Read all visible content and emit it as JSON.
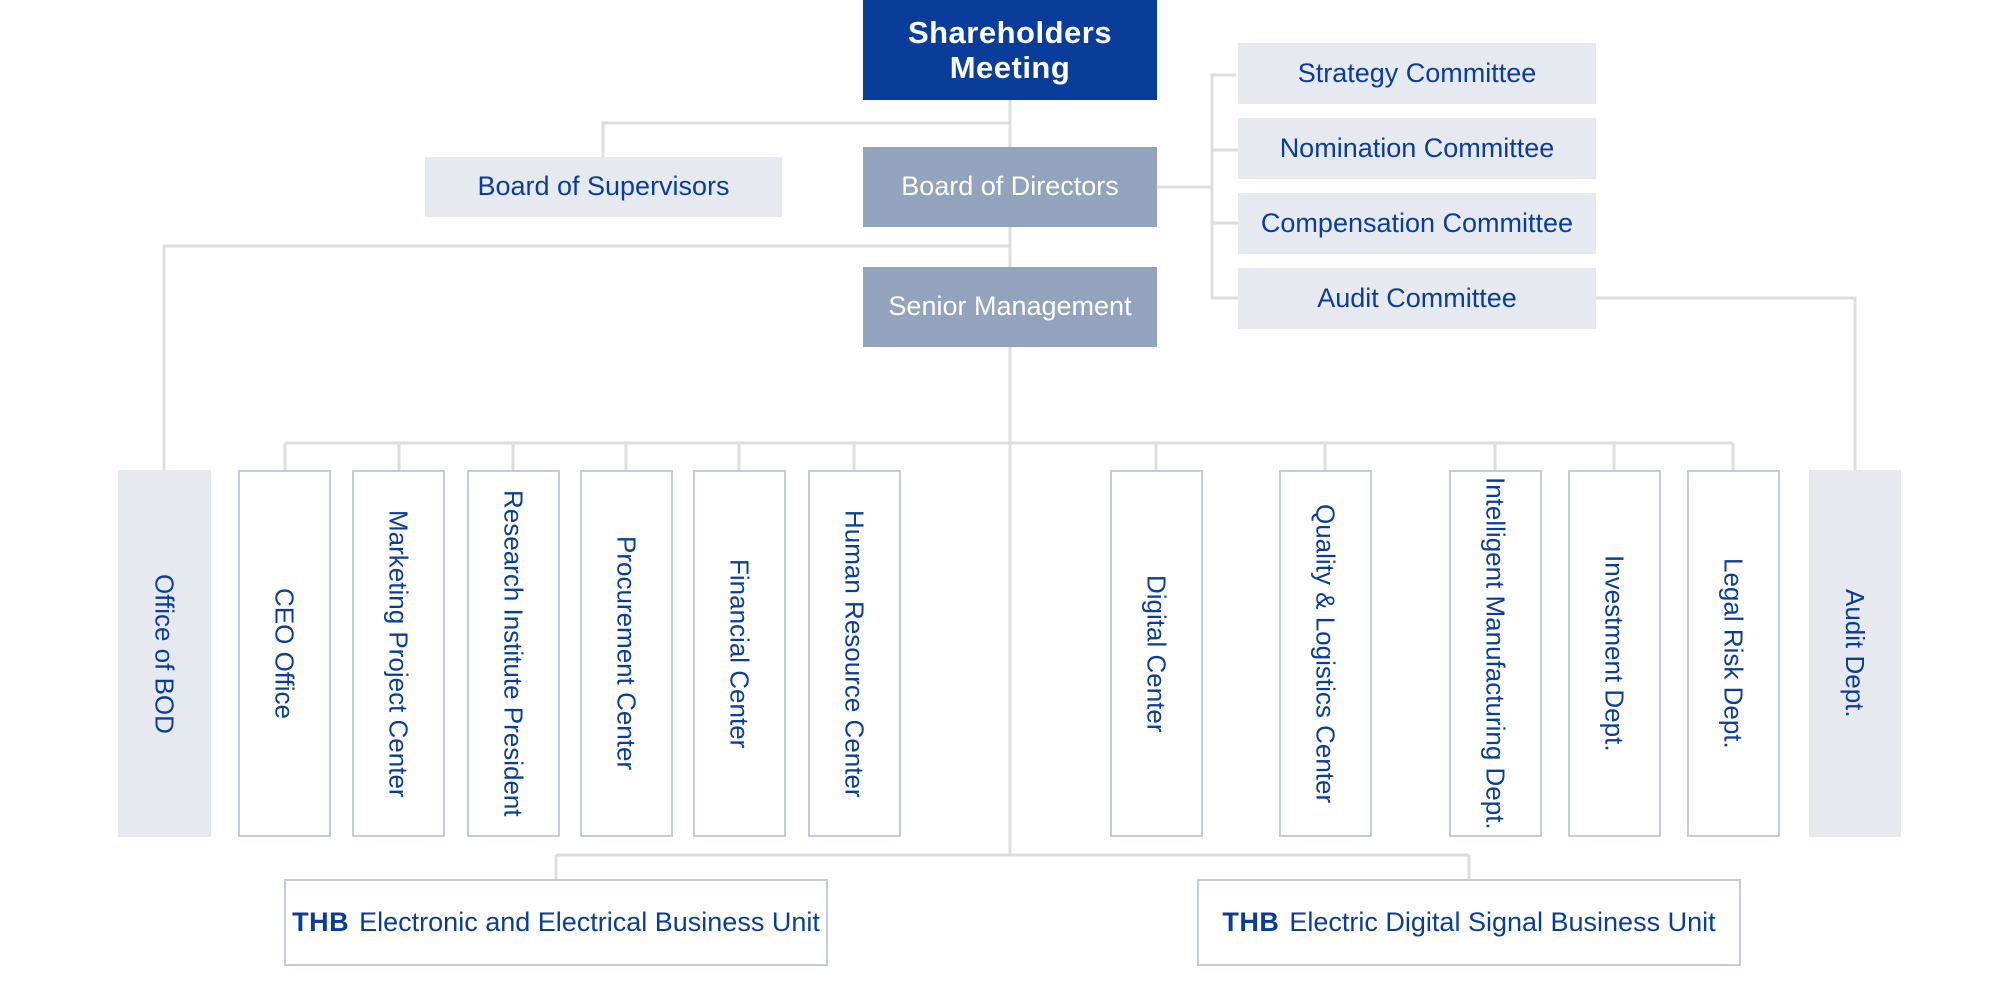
{
  "colors": {
    "accent": "#0a3d9a",
    "mid": "#93a3bd",
    "light": "#e6e9ef",
    "border": "#c5cbd8",
    "line": "#dddddd"
  },
  "top": {
    "shareholders_meeting": "Shareholders\nMeeting"
  },
  "governance": {
    "board_of_supervisors": "Board of Supervisors",
    "board_of_directors": "Board of Directors",
    "senior_management": "Senior Management"
  },
  "committees": [
    "Strategy Committee",
    "Nomination Committee",
    "Compensation Committee",
    "Audit Committee"
  ],
  "side_departments": {
    "office_of_bod": "Office of BOD",
    "audit_dept": "Audit Dept."
  },
  "left_departments": [
    "CEO Office",
    "Marketing Project Center",
    "Research Institute President",
    "Procurement Center",
    "Financial Center",
    "Human Resource Center"
  ],
  "right_departments": [
    "Digital Center",
    "Quality & Logistics Center",
    "Intelligent Manufacturing Dept.",
    "Investment Dept.",
    "Legal Risk Dept."
  ],
  "business_units": [
    {
      "brand": "THB",
      "name": "Electronic and Electrical Business Unit"
    },
    {
      "brand": "THB",
      "name": "Electric Digital Signal Business Unit"
    }
  ]
}
